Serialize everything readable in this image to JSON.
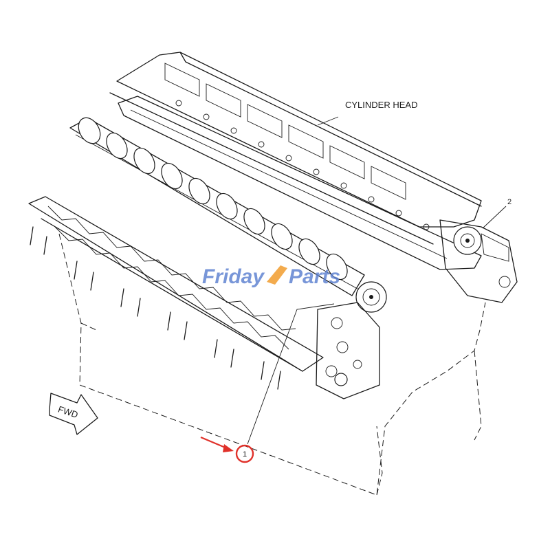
{
  "labels": {
    "cylinder_head": "CYLINDER HEAD",
    "callout_1": "1",
    "callout_2": "2",
    "fwd": "FWD"
  },
  "watermark": {
    "part_a": "Friday",
    "part_b": "Parts"
  },
  "colors": {
    "line": "#1a1a1a",
    "highlight": "#e0312a",
    "watermark_blue": "#5b7fd0",
    "watermark_orange": "#f2a23a"
  },
  "icons": [
    "fwd-arrow-icon",
    "pointer-arrow-icon"
  ]
}
